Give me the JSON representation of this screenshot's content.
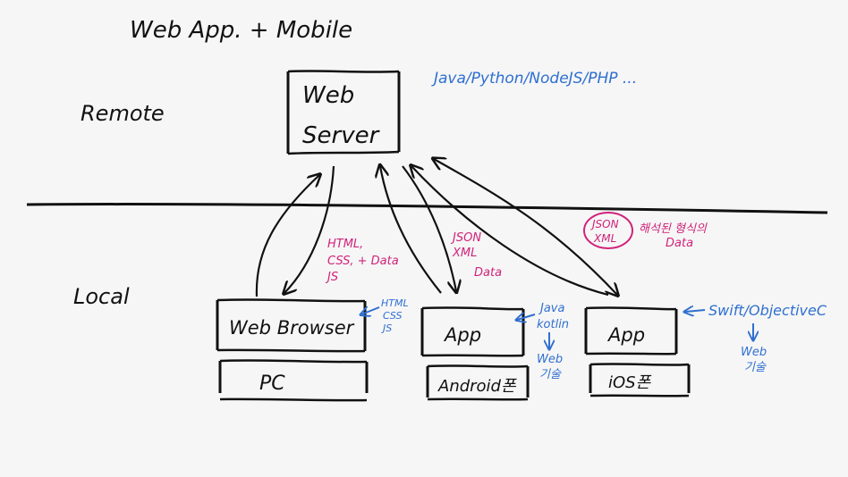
{
  "title": "Web App. + Mobile",
  "zones": {
    "remote": "Remote",
    "local": "Local"
  },
  "server": {
    "line1": "Web",
    "line2": "Server",
    "languages": "Java/Python/NodeJS/PHP ..."
  },
  "clients": {
    "browser": {
      "label": "Web Browser",
      "platform": "PC",
      "tech": [
        "HTML",
        "CSS",
        "JS"
      ]
    },
    "android": {
      "label": "App",
      "platform": "Android폰",
      "tech": [
        "Java",
        "kotlin"
      ],
      "note": [
        "Web",
        "기술"
      ]
    },
    "ios": {
      "label": "App",
      "platform": "iOS폰",
      "tech": "Swift/ObjectiveC",
      "note": [
        "Web",
        "기술"
      ]
    }
  },
  "annotations": {
    "browser_payload": [
      "HTML,",
      "CSS, + Data",
      "JS"
    ],
    "android_payload": [
      "JSON",
      "XML",
      "Data"
    ],
    "ios_payload": [
      "JSON",
      "XML",
      "해석된 형식의",
      "Data"
    ]
  },
  "colors": {
    "ink": "#111111",
    "blue": "#2f6fd0",
    "magenta": "#d0237a",
    "background": "#f6f6f6"
  }
}
